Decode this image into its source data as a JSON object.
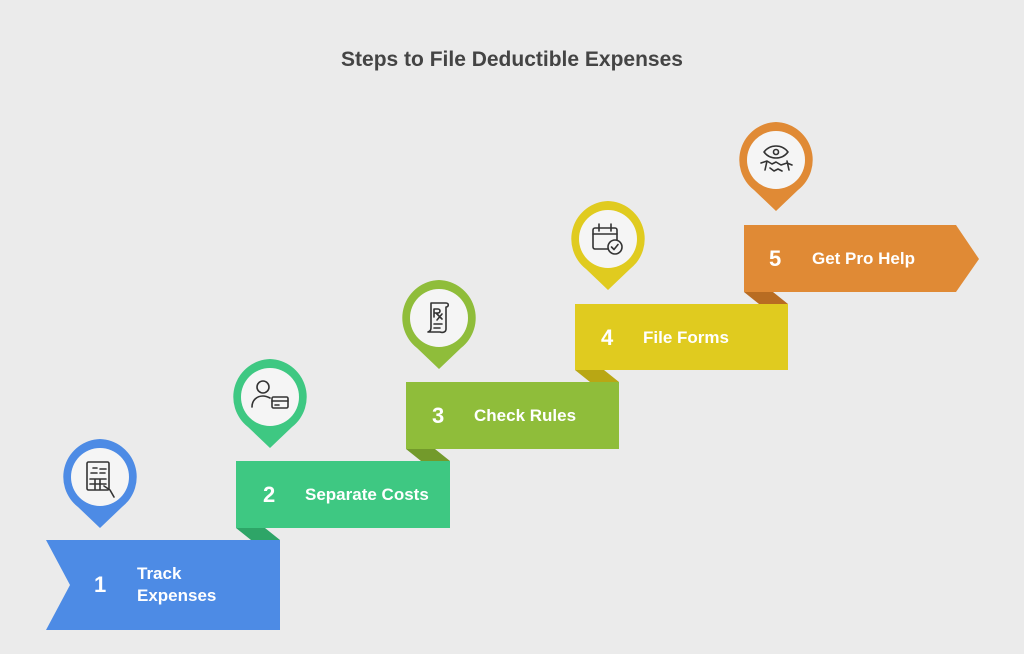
{
  "title": "Steps to File Deductible Expenses",
  "steps": [
    {
      "number": "1",
      "label_line1": "Track",
      "label_line2": "Expenses",
      "color": "#4d8be5",
      "fold_color": "#3a6fbe",
      "icon": "receipt-hand-icon"
    },
    {
      "number": "2",
      "label": "Separate Costs",
      "color": "#3ec882",
      "fold_color": "#2ea567",
      "icon": "user-card-icon"
    },
    {
      "number": "3",
      "label": "Check Rules",
      "color": "#8fbd3a",
      "fold_color": "#739a2b",
      "icon": "prescription-document-icon"
    },
    {
      "number": "4",
      "label": "File Forms",
      "color": "#e0cb1f",
      "fold_color": "#b9a714",
      "icon": "calendar-check-icon"
    },
    {
      "number": "5",
      "label": "Get Pro Help",
      "color": "#e08a35",
      "fold_color": "#b86c22",
      "icon": "eye-handshake-icon"
    }
  ]
}
